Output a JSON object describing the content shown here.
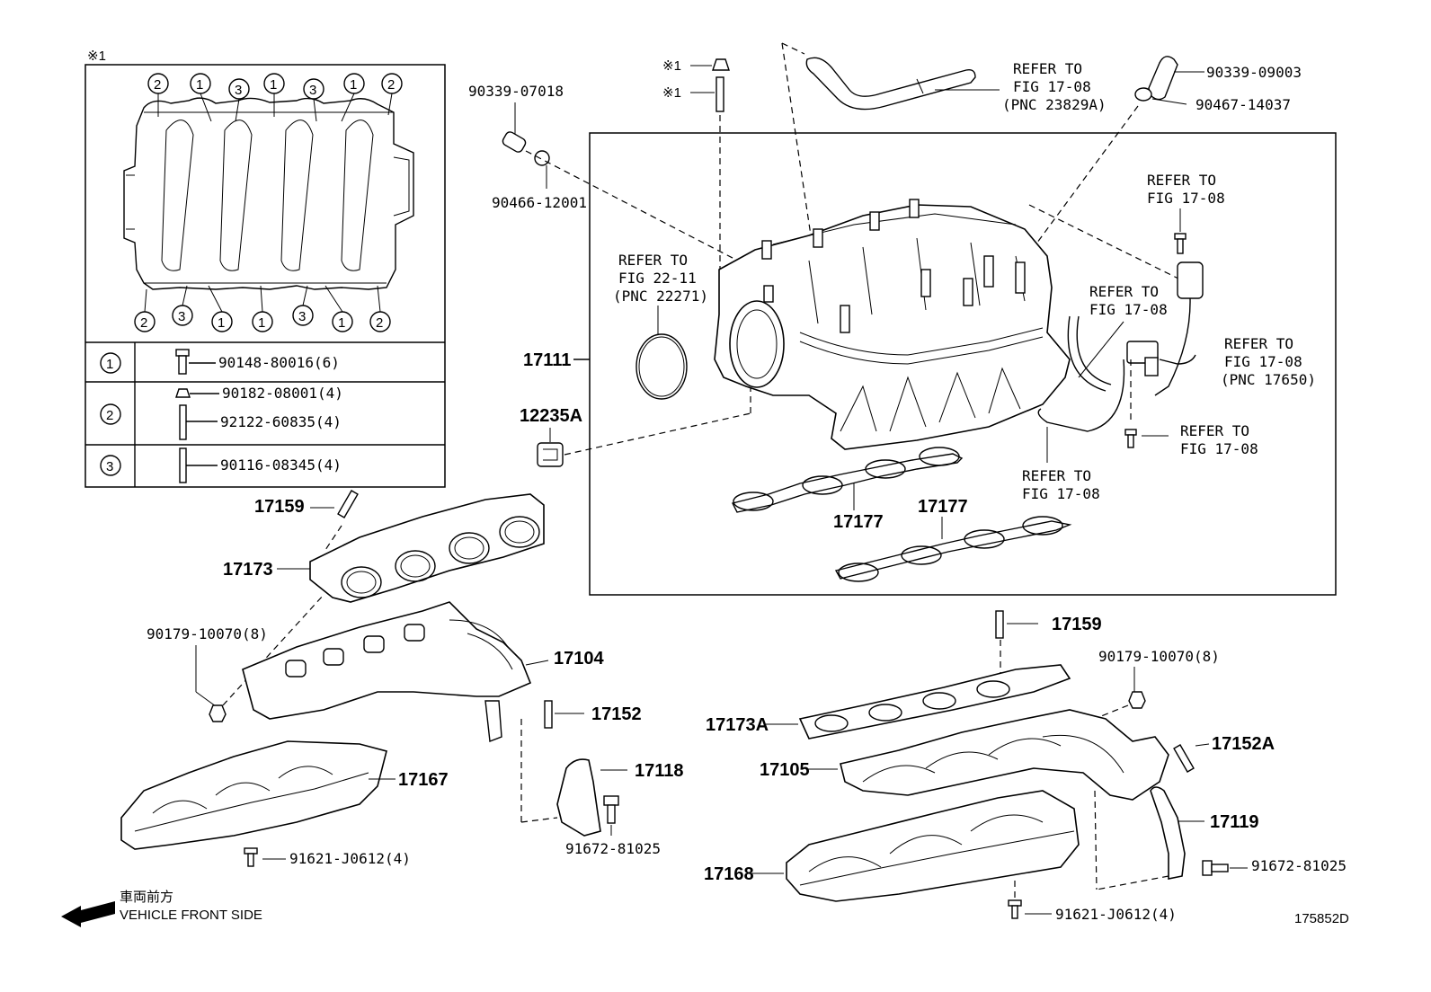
{
  "diagram_id": "175852D",
  "direction": {
    "jp": "車両前方",
    "en": "VEHICLE FRONT SIDE"
  },
  "note_mark": "※1",
  "inset": {
    "top_seq": [
      "2",
      "1",
      "3",
      "1",
      "3",
      "1",
      "2"
    ],
    "bottom_seq": [
      "2",
      "3",
      "1",
      "1",
      "3",
      "1",
      "2"
    ],
    "legend": [
      {
        "key": "1",
        "part": "90148-80016(6)"
      },
      {
        "key": "2",
        "part": "90182-08001(4)",
        "part2": "92122-60835(4)"
      },
      {
        "key": "3",
        "part": "90116-08345(4)"
      }
    ]
  },
  "refs": {
    "r1": [
      "REFER TO",
      "FIG 17-08",
      "(PNC 23829A)"
    ],
    "r2": [
      "REFER TO",
      "FIG 17-08"
    ],
    "r3": [
      "REFER TO",
      "FIG 22-11",
      "(PNC 22271)"
    ],
    "r4": [
      "REFER TO",
      "FIG 17-08"
    ],
    "r5": [
      "REFER TO",
      "FIG 17-08",
      "(PNC 17650)"
    ],
    "r6": [
      "REFER TO",
      "FIG 17-08"
    ],
    "r7": [
      "REFER TO",
      "FIG 17-08"
    ]
  },
  "parts": {
    "p90339_07018": "90339-07018",
    "p90466_12001": "90466-12001",
    "p90339_09003": "90339-09003",
    "p90467_14037": "90467-14037",
    "p17111": "17111",
    "p12235A": "12235A",
    "p17177a": "17177",
    "p17177b": "17177",
    "p17159a": "17159",
    "p17173": "17173",
    "p90179a": "90179-10070(8)",
    "p17104": "17104",
    "p17152": "17152",
    "p17167": "17167",
    "p17118": "17118",
    "p91621a": "91621-J0612(4)",
    "p91672a": "91672-81025",
    "p17159b": "17159",
    "p90179b": "90179-10070(8)",
    "p17173A": "17173A",
    "p17152A": "17152A",
    "p17105": "17105",
    "p17119": "17119",
    "p17168": "17168",
    "p91672b": "91672-81025",
    "p91621b": "91621-J0612(4)"
  }
}
